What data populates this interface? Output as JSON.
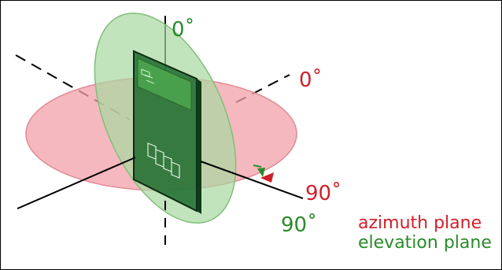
{
  "labels": {
    "elevation_zero": "0˚",
    "azimuth_zero": "0˚",
    "azimuth_ninety": "90˚",
    "elevation_ninety": "90˚"
  },
  "legend": {
    "azimuth": "azimuth plane",
    "elevation": "elevation plane"
  },
  "colors": {
    "azimuth": "#d11f2a",
    "elevation": "#2a8a2a",
    "azimuth_fill": "#f2a0a8",
    "elevation_fill": "#a8d9a0",
    "board": "#1d6b2e"
  }
}
